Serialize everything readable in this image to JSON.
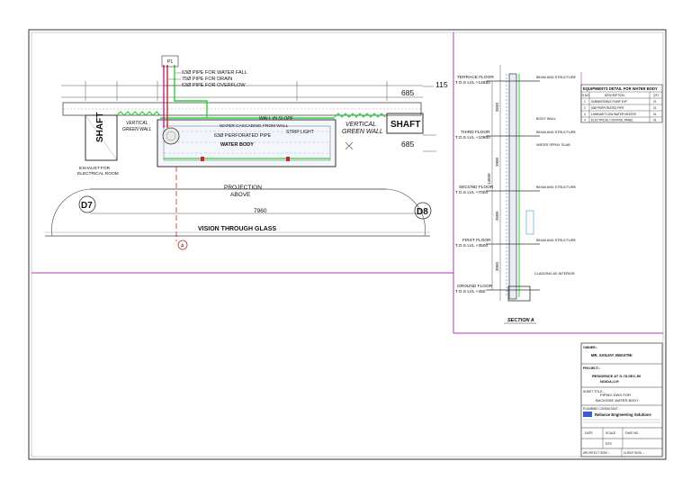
{
  "plan": {
    "pipe_labels": [
      "63Ø PIPE FOR WATER FALL",
      "75Ø PIPE FOR DRAIN",
      "63Ø PIPE FOR OVERFLOW"
    ],
    "pipe_tag": "P1",
    "wall_in_slope": "WALL IN SLOPE",
    "water_cascading": "WATER CASCADING FROM WALL",
    "perforated_pipe": "63Ø PERFORATED PIPE",
    "strip_light": "STRIP LIGHT",
    "water_body": "WATER BODY",
    "vertical_green_wall_left": "VERTICAL\nGREEN WALL",
    "vertical_green_wall_right": "VERTICAL\nGREEN WALL",
    "shaft_left": "SHAFT",
    "shaft_right": "SHAFT",
    "exhaust": "EXHAUST FOR\nELECTRICAL ROOM",
    "projection": "PROJECTION\nABOVE",
    "vision": "VISION THROUGH GLASS",
    "grid_left": "D7",
    "grid_right": "D8",
    "section_marker": "A",
    "dim_overall": "7960",
    "dim_top_right": "685",
    "dim_top_right2": "115",
    "dim_mid_right": "685"
  },
  "section": {
    "title": "SECTION A",
    "floors": [
      {
        "name": "TERRACE FLOOR",
        "level": "T.O.S LVL +14650"
      },
      {
        "name": "THIRD FLOOR",
        "level": "T.O.S LVL +10900"
      },
      {
        "name": "SECOND FLOOR",
        "level": "T.O.S LVL +7000"
      },
      {
        "name": "FIRST FLOOR",
        "level": "T.O.S LVL +3500"
      },
      {
        "name": "GROUND FLOOR",
        "level": "T.O.S LVL +450"
      }
    ],
    "dims": [
      "3550",
      "3900",
      "3500",
      "3050",
      "14550"
    ],
    "callouts": [
      "BEAM AND STRUCTURE",
      "BEAM AND STRUCTURE",
      "BEAM AND STRUCTURE",
      "BEAM AND STRUCTURE",
      "BODY WALL",
      "WATER SPRAY SLAB",
      "CLADDING AS INTERIOR"
    ]
  },
  "equipment": {
    "title": "EQUIPMENTS DETAIL FOR WATER BODY",
    "headers": [
      "S.NO.",
      "DESCRIPTION",
      "QTY"
    ],
    "rows": [
      [
        "1",
        "SUBMERSIBLE PUMP 1HP",
        "01"
      ],
      [
        "2",
        "63Ø PERFORATED PIPE",
        "01"
      ],
      [
        "3",
        "LAMINAR FLOW WATER HEATER",
        "01"
      ],
      [
        "4",
        "ELECTRICAL CONTROL PANEL",
        "01"
      ]
    ]
  },
  "title_block": {
    "owner_label": "OWNER:-",
    "owner": "MR. SANJAY AWASTHI",
    "project_label": "PROJECT:-",
    "project": "RESIDENCE AT D-78,SEC-50\nNOIDA,U.P.",
    "sheet_title_label": "SHEET TITLE :-",
    "sheet_title": "PIPING DWG FOR\nBACKSIDE WATER BODY",
    "consultant_label": "PLUMBING CONSULTANT :-",
    "consultant": "Reliance Engineering Solutions",
    "date_label": "DATE",
    "scale_label": "SCALE",
    "dwg_label": "DWG NO.",
    "scale_value": "NTS",
    "architect_sign": "ARCHITECT SIGN :-",
    "client_sign": "CLIENT SIGN :-"
  },
  "colors": {
    "green": "#2fd13a",
    "magenta": "#cc1a8e",
    "red": "#d42020",
    "blue": "#3b3bd9",
    "purple": "#8a2be2"
  }
}
